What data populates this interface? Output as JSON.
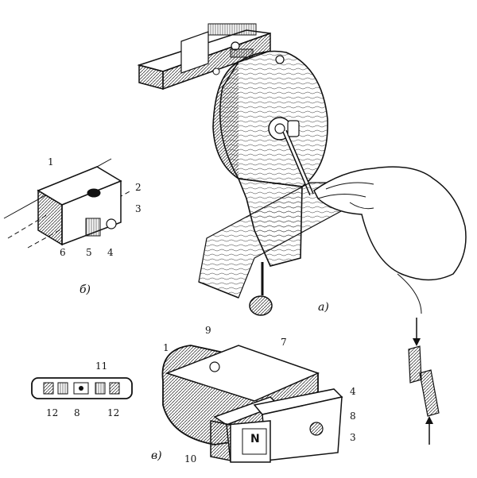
{
  "figure": {
    "panel_labels": {
      "a": "а)",
      "b": "б)",
      "v": "в)"
    },
    "part_numbers": {
      "b_1": "1",
      "b_2": "2",
      "b_3": "3",
      "b_4": "4",
      "b_5": "5",
      "b_6": "6",
      "v_1": "1",
      "v_3": "3",
      "v_4": "4",
      "v_7": "7",
      "v_8": "8",
      "v_9": "9",
      "v_10": "10",
      "s_8": "8",
      "s_11": "11",
      "s_12a": "12",
      "s_12b": "12"
    },
    "magnet_pole": "N"
  }
}
